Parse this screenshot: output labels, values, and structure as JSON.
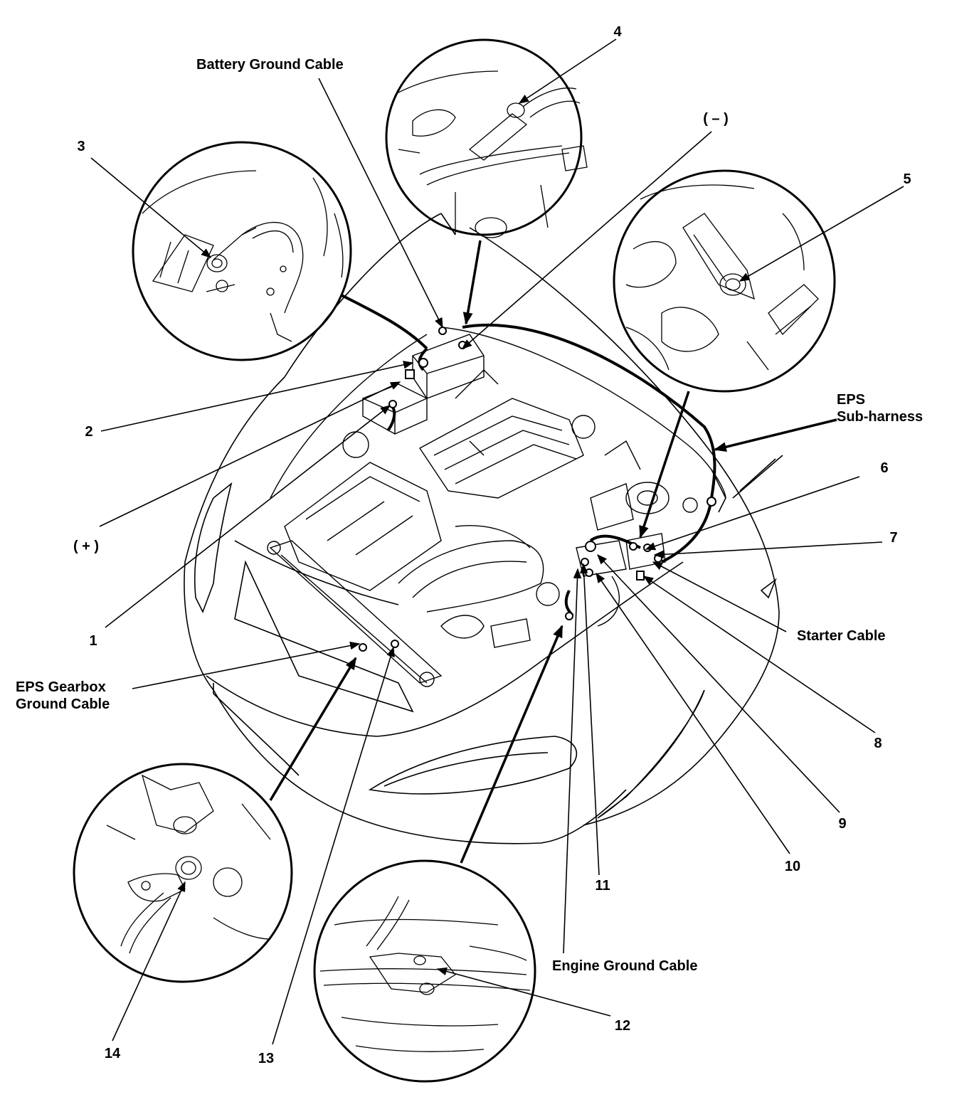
{
  "labels": {
    "n1": "1",
    "n2": "2",
    "n3": "3",
    "n4": "4",
    "n5": "5",
    "n6": "6",
    "n7": "7",
    "n8": "8",
    "n9": "9",
    "n10": "10",
    "n11": "11",
    "n12": "12",
    "n13": "13",
    "n14": "14",
    "battery_ground_cable": "Battery Ground Cable",
    "negative": "( – )",
    "positive": "( + )",
    "eps_sub_harness": "EPS\nSub-harness",
    "starter_cable": "Starter Cable",
    "eps_gearbox_ground_cable": "EPS Gearbox\nGround Cable",
    "engine_ground_cable": "Engine Ground Cable"
  },
  "colors": {
    "ink": "#000000",
    "paper": "#ffffff"
  }
}
